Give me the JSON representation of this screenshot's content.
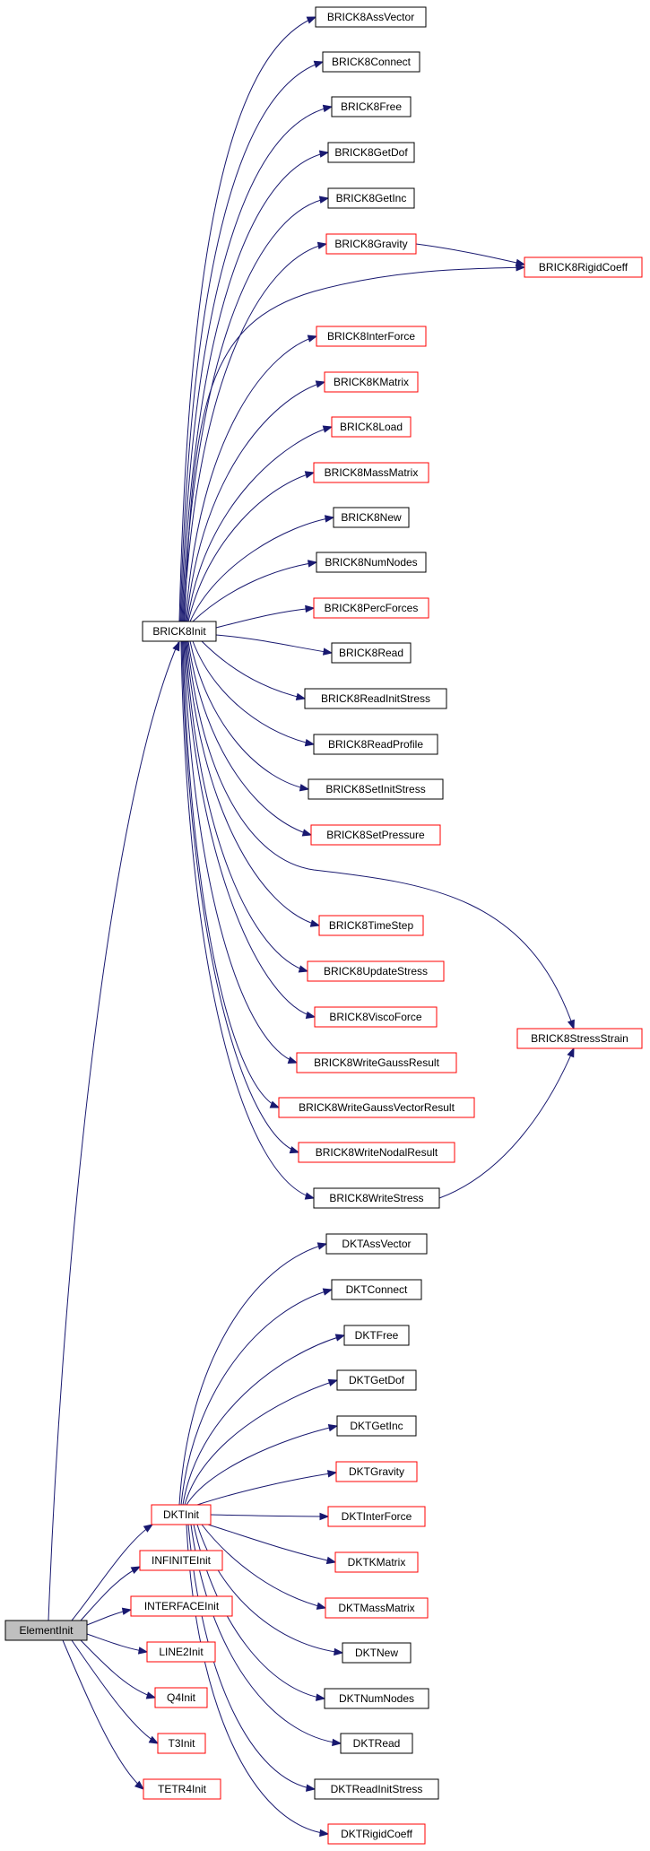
{
  "colors": {
    "edge": "#191970",
    "border_documented": "#000000",
    "border_external": "#ff0000",
    "root_fill": "#bfbfbf",
    "node_fill": "#ffffff"
  },
  "nodes": {
    "root": {
      "label": "ElementInit",
      "kind": "root"
    },
    "brick8init": {
      "label": "BRICK8Init",
      "kind": "doc"
    },
    "dktinit": {
      "label": "DKTInit",
      "kind": "ext"
    },
    "infiniteinit": {
      "label": "INFINITEInit",
      "kind": "ext"
    },
    "interfaceinit": {
      "label": "INTERFACEInit",
      "kind": "ext"
    },
    "line2init": {
      "label": "LINE2Init",
      "kind": "ext"
    },
    "q4init": {
      "label": "Q4Init",
      "kind": "ext"
    },
    "t3init": {
      "label": "T3Init",
      "kind": "ext"
    },
    "tetr4init": {
      "label": "TETR4Init",
      "kind": "ext"
    },
    "b_assvector": {
      "label": "BRICK8AssVector",
      "kind": "doc"
    },
    "b_connect": {
      "label": "BRICK8Connect",
      "kind": "doc"
    },
    "b_free": {
      "label": "BRICK8Free",
      "kind": "doc"
    },
    "b_getdof": {
      "label": "BRICK8GetDof",
      "kind": "doc"
    },
    "b_getinc": {
      "label": "BRICK8GetInc",
      "kind": "doc"
    },
    "b_gravity": {
      "label": "BRICK8Gravity",
      "kind": "ext"
    },
    "b_rigidcoeff": {
      "label": "BRICK8RigidCoeff",
      "kind": "ext"
    },
    "b_interforce": {
      "label": "BRICK8InterForce",
      "kind": "ext"
    },
    "b_kmatrix": {
      "label": "BRICK8KMatrix",
      "kind": "ext"
    },
    "b_load": {
      "label": "BRICK8Load",
      "kind": "ext"
    },
    "b_massmatrix": {
      "label": "BRICK8MassMatrix",
      "kind": "ext"
    },
    "b_new": {
      "label": "BRICK8New",
      "kind": "doc"
    },
    "b_numnodes": {
      "label": "BRICK8NumNodes",
      "kind": "doc"
    },
    "b_percforces": {
      "label": "BRICK8PercForces",
      "kind": "ext"
    },
    "b_read": {
      "label": "BRICK8Read",
      "kind": "doc"
    },
    "b_readinitstress": {
      "label": "BRICK8ReadInitStress",
      "kind": "doc"
    },
    "b_readprofile": {
      "label": "BRICK8ReadProfile",
      "kind": "doc"
    },
    "b_setinitstress": {
      "label": "BRICK8SetInitStress",
      "kind": "doc"
    },
    "b_setpressure": {
      "label": "BRICK8SetPressure",
      "kind": "ext"
    },
    "b_timestep": {
      "label": "BRICK8TimeStep",
      "kind": "ext"
    },
    "b_updatestress": {
      "label": "BRICK8UpdateStress",
      "kind": "ext"
    },
    "b_viscoforce": {
      "label": "BRICK8ViscoForce",
      "kind": "ext"
    },
    "b_writegaussresult": {
      "label": "BRICK8WriteGaussResult",
      "kind": "ext"
    },
    "b_writegaussvectorresult": {
      "label": "BRICK8WriteGaussVectorResult",
      "kind": "ext"
    },
    "b_writenodalresult": {
      "label": "BRICK8WriteNodalResult",
      "kind": "ext"
    },
    "b_writestress": {
      "label": "BRICK8WriteStress",
      "kind": "doc"
    },
    "b_stressstrain": {
      "label": "BRICK8StressStrain",
      "kind": "ext"
    },
    "d_assvector": {
      "label": "DKTAssVector",
      "kind": "doc"
    },
    "d_connect": {
      "label": "DKTConnect",
      "kind": "doc"
    },
    "d_free": {
      "label": "DKTFree",
      "kind": "doc"
    },
    "d_getdof": {
      "label": "DKTGetDof",
      "kind": "doc"
    },
    "d_getinc": {
      "label": "DKTGetInc",
      "kind": "doc"
    },
    "d_gravity": {
      "label": "DKTGravity",
      "kind": "ext"
    },
    "d_interforce": {
      "label": "DKTInterForce",
      "kind": "ext"
    },
    "d_kmatrix": {
      "label": "DKTKMatrix",
      "kind": "ext"
    },
    "d_massmatrix": {
      "label": "DKTMassMatrix",
      "kind": "ext"
    },
    "d_new": {
      "label": "DKTNew",
      "kind": "doc"
    },
    "d_numnodes": {
      "label": "DKTNumNodes",
      "kind": "doc"
    },
    "d_read": {
      "label": "DKTRead",
      "kind": "doc"
    },
    "d_readinitstress": {
      "label": "DKTReadInitStress",
      "kind": "doc"
    },
    "d_rigidcoeff": {
      "label": "DKTRigidCoeff",
      "kind": "ext"
    }
  }
}
